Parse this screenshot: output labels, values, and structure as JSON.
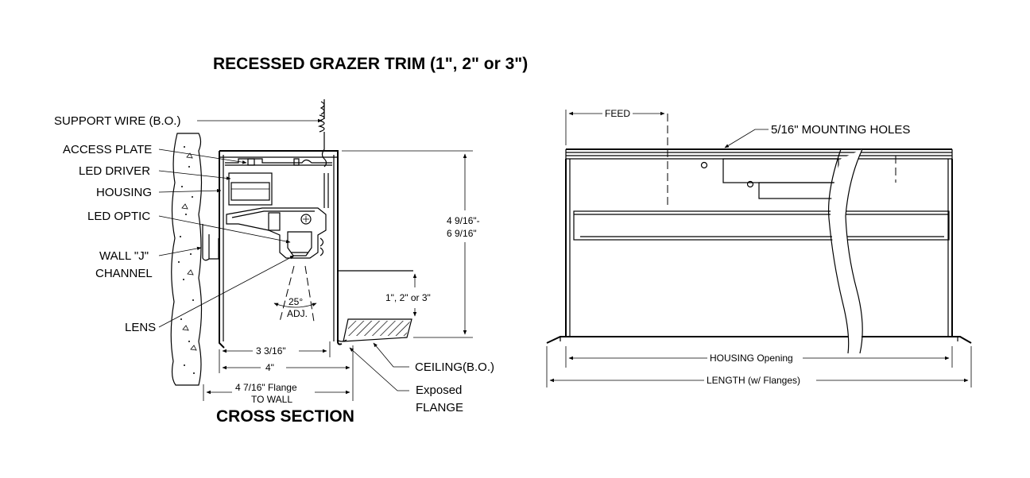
{
  "title": "RECESSED GRAZER TRIM (1\", 2\" or 3\")",
  "cross_section": {
    "heading": "CROSS SECTION",
    "labels": {
      "support_wire": "SUPPORT WIRE (B.O.)",
      "access_plate": "ACCESS PLATE",
      "led_driver": "LED DRIVER",
      "housing": "HOUSING",
      "led_optic": "LED OPTIC",
      "wall_j_line1": "WALL \"J\"",
      "wall_j_line2": "CHANNEL",
      "lens": "LENS",
      "ceiling": "CEILING(B.O.)",
      "exposed_line1": "Exposed",
      "exposed_line2": "FLANGE"
    },
    "dimensions": {
      "height_line1": "4 9/16\"-",
      "height_line2": "6 9/16\"",
      "trim_depth": "1\", 2\" or 3\"",
      "angle_line1": "25°",
      "angle_line2": "ADJ.",
      "width_inner": "3 3/16\"",
      "width_outer": "4\"",
      "flange_line1": "4 7/16\" Flange",
      "flange_line2": "TO WALL"
    }
  },
  "side_view": {
    "feed": "FEED",
    "mounting_holes": "5/16\" MOUNTING HOLES",
    "housing_opening": "HOUSING Opening",
    "length": "LENGTH (w/ Flanges)"
  }
}
